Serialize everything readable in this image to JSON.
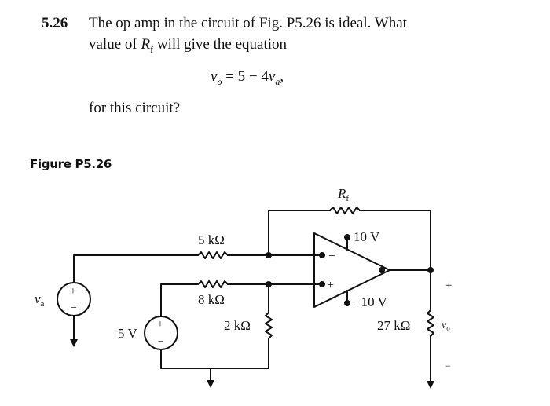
{
  "problem": {
    "number": "5.26",
    "line1": "The op amp in the circuit of Fig. P5.26 is ideal. What",
    "line2_prefix": "value of ",
    "line2_var": "R",
    "line2_sub": "f",
    "line2_suffix": " will give the equation",
    "equation_lhs": "v",
    "equation_lhs_sub": "o",
    "equation_mid": " = 5 − 4",
    "equation_rhs": "v",
    "equation_rhs_sub": "a",
    "equation_end": ",",
    "line3": "for this circuit?"
  },
  "figure": {
    "caption": "Figure P5.26",
    "labels": {
      "rf_main": "R",
      "rf_sub": "f",
      "r5k": "5 kΩ",
      "r8k": "8 kΩ",
      "r2k": "2 kΩ",
      "r27k": "27 kΩ",
      "vpos": "10 V",
      "vneg": "−10 V",
      "src5v": "5 V",
      "va": "v",
      "va_sub": "a",
      "vo": "v",
      "vo_sub": "o",
      "plus": "+",
      "minus": "−"
    }
  }
}
